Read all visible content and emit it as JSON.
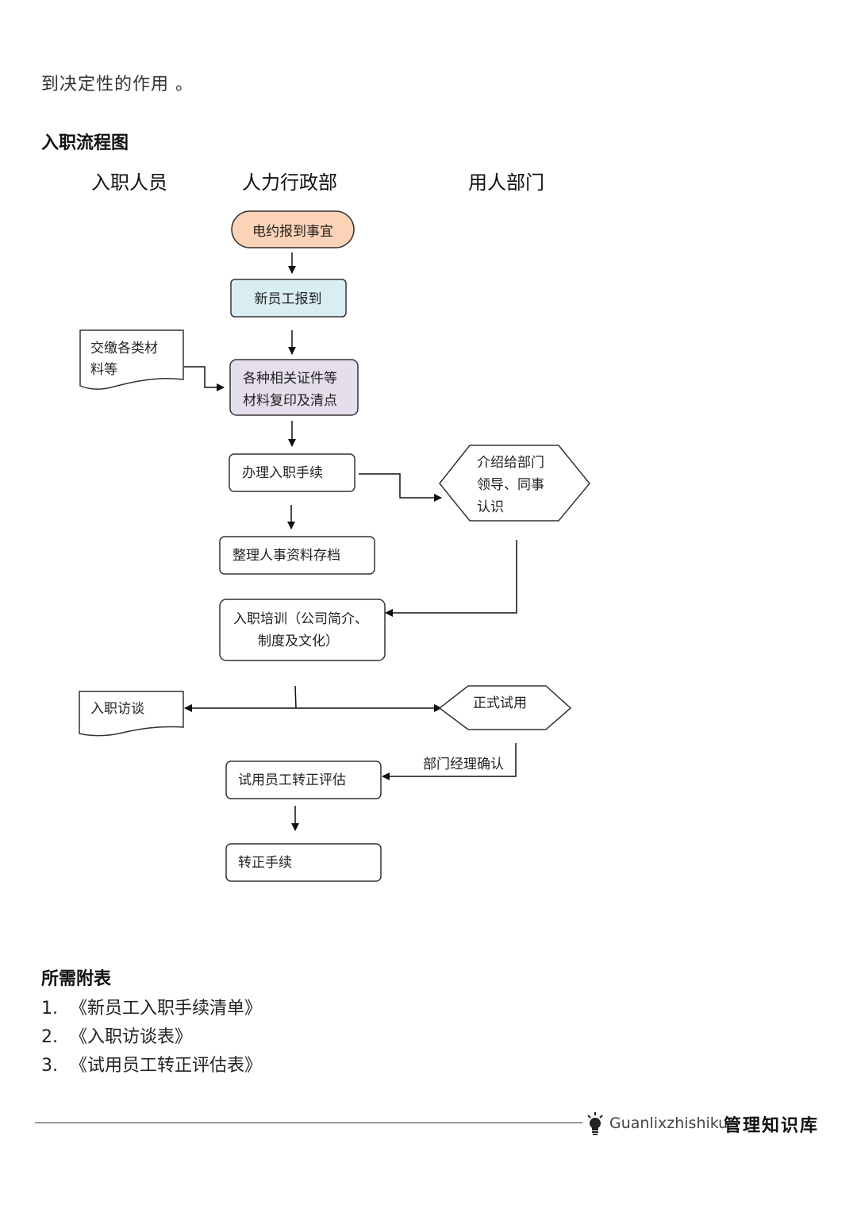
{
  "intro_text": "到决定性的作用 。",
  "section_title": "入职流程图",
  "lanes": [
    "入职人员",
    "人力行政部",
    "用人部门"
  ],
  "nodes": {
    "start": {
      "label": "电约报到事宜",
      "fill": "#fbd3b6"
    },
    "report": {
      "label": "新员工报到",
      "fill": "#d9eef2"
    },
    "submit_docs": {
      "lines": [
        "交缴各类材",
        "料等"
      ]
    },
    "copy_check": {
      "lines": [
        "各种相关证件等",
        "材料复印及清点"
      ],
      "fill": "#e4dfeb"
    },
    "procedures": {
      "label": "办理入职手续"
    },
    "introduce": {
      "lines": [
        "介绍给部门",
        "领导、同事",
        "认识"
      ]
    },
    "archive": {
      "label": "整理人事资料存档"
    },
    "training": {
      "lines": [
        "入职培训（公司简介、",
        "制度及文化）"
      ]
    },
    "interview": {
      "label": "入职访谈"
    },
    "probation": {
      "label": "正式试用"
    },
    "confirm_label": "部门经理确认",
    "evaluation": {
      "label": "试用员工转正评估"
    },
    "regularize": {
      "label": "转正手续"
    }
  },
  "appendix": {
    "title": "所需附表",
    "items": [
      {
        "num": "1.",
        "text": "《新员工入职手续清单》"
      },
      {
        "num": "2.",
        "text": "《入职访谈表》"
      },
      {
        "num": "3.",
        "text": "《试用员工转正评估表》"
      }
    ]
  },
  "footer": {
    "brand": "Guanlixzhishiku",
    "brand_cn": "管理知识库",
    "icon": "lightbulb-icon"
  }
}
